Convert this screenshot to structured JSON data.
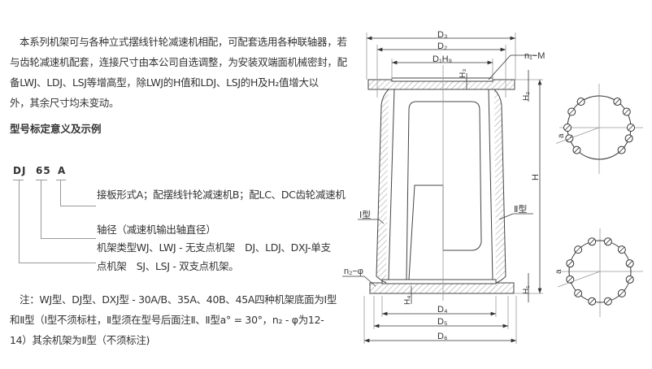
{
  "intro": {
    "lines": [
      "本系列机架可与各种立式摆线针轮减速机相配，可配套选用各种联轴器，若",
      "与齿轮减速机配套，连接尺寸由本公司自选调整，为安装双端面机械密封，配",
      "备LWJ、LDJ、LSJ等增高型，除LWJ的H值和LDJ、LSJ的H及H₂值增大以",
      "外，其余尺寸均未变动。"
    ]
  },
  "heading": "型号标定意义及示例",
  "model": {
    "part1": "DJ",
    "part2": "65",
    "part3": "A",
    "desc_plate": "接板形式A；配摆线针轮减速机B；配LC、DC齿轮减速机",
    "desc_shaft": "轴径（减速机输出轴直径）",
    "desc_type_1": "机架类型WJ、LWJ - 无支点机架　DJ、LDJ、DXJ-单支",
    "desc_type_2": "点机架　SJ、LSJ - 双支点机架。"
  },
  "note": {
    "lines": [
      "注：WJ型、DJ型、DXJ型 - 30A/B、35A、40B、45A四种机架底面为Ⅰ型",
      "和Ⅱ型（Ⅰ型不须标柱，Ⅱ型须在型号后面注Ⅱ、Ⅱ型a° = 30°，n₂ - φ为12-",
      "14）其余机架为Ⅱ型（不须标注)"
    ]
  },
  "drawing": {
    "D3": "D₃",
    "D2": "D₂",
    "D1H9": "D₁H₉",
    "n1M": "n₁−M",
    "H3": "H₃",
    "H2": "H₂",
    "H": "H",
    "H1": "H₁",
    "H4": "H₄",
    "D4": "D₄",
    "D5": "D₅",
    "D6": "D₆",
    "n2phi": "n₂−φ",
    "type1": "Ⅰ型",
    "type2": "Ⅱ型",
    "a_top": "a",
    "a_bottom": "a"
  }
}
